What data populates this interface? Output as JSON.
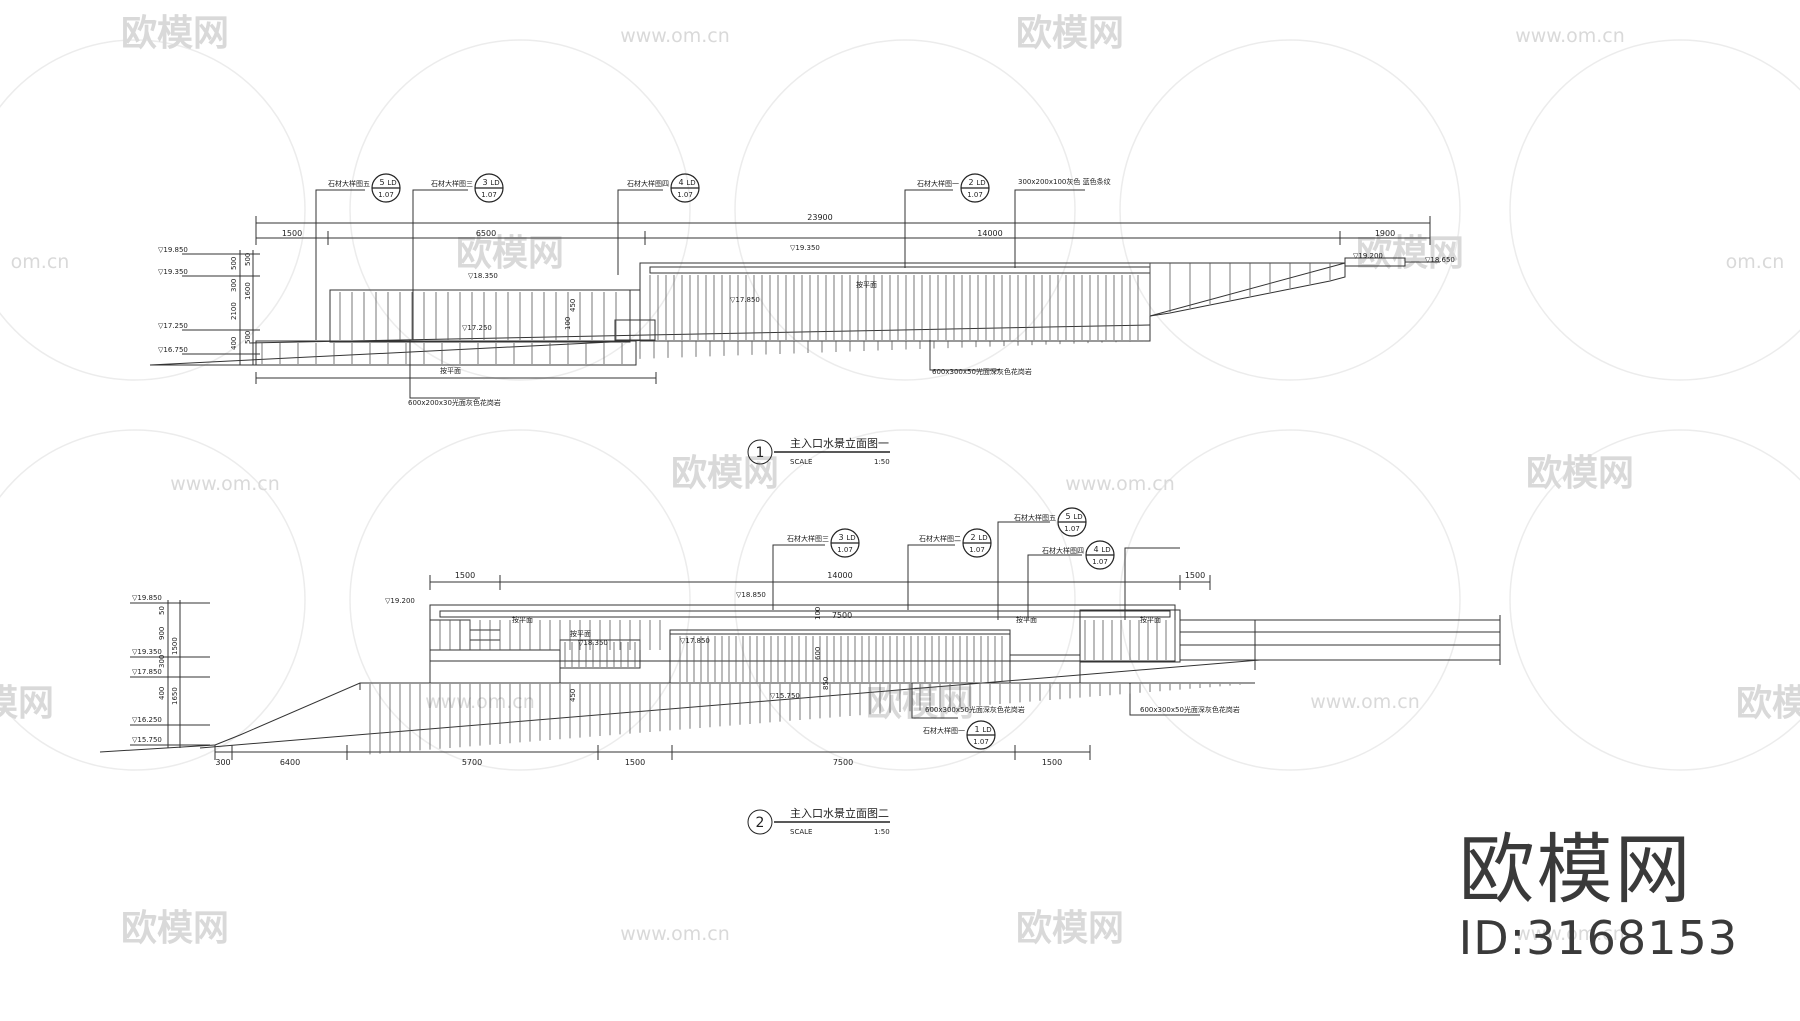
{
  "watermark": {
    "brand": "欧模网",
    "url": "www.om.cn",
    "edge_url": "om.cn"
  },
  "brand_block": {
    "name": "欧模网",
    "id_text": "ID:3168153"
  },
  "drawing1": {
    "number": "1",
    "title": "主入口水景立面图一",
    "scale_label": "SCALE",
    "scale_value": "1:50",
    "overall_dim": "23900",
    "dims_top": [
      "1500",
      "6500",
      "14000",
      "1900"
    ],
    "level_marks": [
      "▽19.850",
      "▽19.350",
      "▽17.250",
      "▽16.750",
      "▽18.350",
      "▽19.350",
      "▽17.250",
      "▽17.850",
      "▽19.200",
      "▽18.650"
    ],
    "vert_dims": [
      "500",
      "300",
      "2100",
      "1600",
      "500",
      "400",
      "500",
      "450",
      "100"
    ],
    "labels": [
      "按平面",
      "按平面",
      "600x200x30光面灰色花岗岩",
      "600x300x50光面深灰色花岗岩",
      "300x200x100灰色 蓝色条纹"
    ],
    "callouts": [
      {
        "text": "石材大样图五",
        "num": "5",
        "code": "LD",
        "sheet": "1.07"
      },
      {
        "text": "石材大样图三",
        "num": "3",
        "code": "LD",
        "sheet": "1.07"
      },
      {
        "text": "石材大样图四",
        "num": "4",
        "code": "LD",
        "sheet": "1.07"
      },
      {
        "text": "石材大样图一",
        "num": "2",
        "code": "LD",
        "sheet": "1.07"
      }
    ]
  },
  "drawing2": {
    "number": "2",
    "title": "主入口水景立面图二",
    "scale_label": "SCALE",
    "scale_value": "1:50",
    "dims_top": [
      "1500",
      "14000",
      "1500",
      "7500"
    ],
    "dims_bottom": [
      "300",
      "6400",
      "5700",
      "1500",
      "7500",
      "1500"
    ],
    "level_marks": [
      "▽19.850",
      "▽19.350",
      "▽17.850",
      "▽16.250",
      "▽15.750",
      "▽19.200",
      "▽18.850",
      "▽18.350",
      "▽17.850",
      "▽15.750"
    ],
    "vert_dims": [
      "50",
      "900",
      "1500",
      "300",
      "400",
      "1650",
      "450",
      "600",
      "100",
      "850"
    ],
    "labels": [
      "按平面",
      "按平面",
      "按平面",
      "按平面",
      "600x300x50光面深灰色花岗岩",
      "600x300x50光面深灰色花岗岩"
    ],
    "callouts": [
      {
        "text": "石材大样图三",
        "num": "3",
        "code": "LD",
        "sheet": "1.07"
      },
      {
        "text": "石材大样图二",
        "num": "2",
        "code": "LD",
        "sheet": "1.07"
      },
      {
        "text": "石材大样图五",
        "num": "5",
        "code": "LD",
        "sheet": "1.07"
      },
      {
        "text": "石材大样图四",
        "num": "4",
        "code": "LD",
        "sheet": "1.07"
      },
      {
        "text": "石材大样图一",
        "num": "1",
        "code": "LD",
        "sheet": "1.07"
      }
    ]
  }
}
